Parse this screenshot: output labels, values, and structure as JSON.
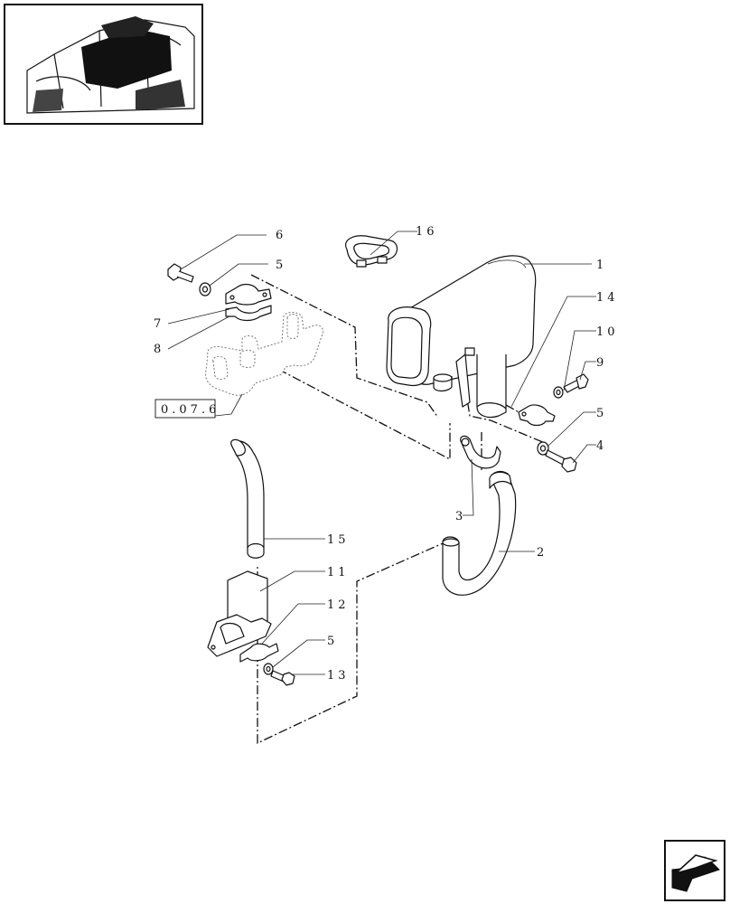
{
  "callouts": {
    "c1": "1",
    "c2": "2",
    "c3": "3",
    "c4": "4",
    "c5a": "5",
    "c5b": "5",
    "c5c": "5",
    "c6": "6",
    "c7": "7",
    "c8": "8",
    "c9": "9",
    "c10": "10",
    "c11": "11",
    "c12": "12",
    "c13": "13",
    "c14": "14",
    "c15": "15",
    "c16": "16"
  },
  "reference": {
    "box_label": "0.07.6"
  },
  "colors": {
    "ink": "#111111",
    "ghost": "#777777",
    "background": "#ffffff"
  },
  "icons": {
    "thumbnail": "engine-thumbnail-icon",
    "nav": "next-page-arrow-icon"
  }
}
